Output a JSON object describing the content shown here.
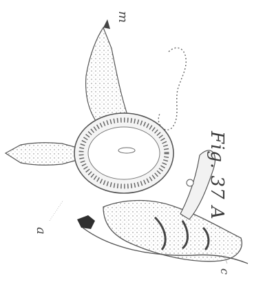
{
  "figure": {
    "caption": "Fig. 37 A",
    "labels": {
      "m": "m",
      "a": "a",
      "c": "c"
    },
    "colors": {
      "ink": "#3a3a3a",
      "background": "#ffffff"
    }
  }
}
